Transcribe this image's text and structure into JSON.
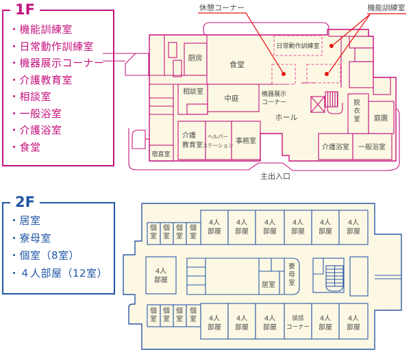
{
  "ui": {
    "bullet": "・"
  },
  "colors": {
    "magenta": "#c4117d",
    "pink_dash": "#e8569f",
    "red_dot": "#e60e0e",
    "blue": "#2b57a7",
    "blue_text": "#1e55a5",
    "cream_fill": "#fcf8e3",
    "label_text": "#4a4a4a",
    "courtyard_white": "#ffffff"
  },
  "floor1": {
    "legend_title": "1F",
    "legend_items": [
      "機能訓練室",
      "日常動作訓練室",
      "機器展示コーナー",
      "介護教育室",
      "相談室",
      "一般浴室",
      "介護浴室",
      "食堂"
    ],
    "callout_rest": "休憩コーナー",
    "callout_training": "機能訓練室",
    "rooms": {
      "kitchen": "厨房",
      "dining": "食堂",
      "daily_training": "日常動作訓練室",
      "consult": "相談室",
      "courtyard": "中庭",
      "equipment1": "機器展示",
      "equipment2": "コーナー",
      "hall": "ホール",
      "care_edu1": "介護",
      "care_edu2": "教育室",
      "helper1": "ヘルパー",
      "helper2": "ステーション",
      "office": "事務室",
      "night_duty": "宿直室",
      "undress_chars": [
        "脱",
        "衣",
        "室"
      ],
      "garden": "庭園",
      "care_bath": "介護浴室",
      "general_bath": "一般浴室"
    },
    "entrance": "主出入口"
  },
  "floor2": {
    "legend_title": "2F",
    "legend_items": [
      "居室",
      "寮母室",
      "個室（8室）",
      "４人部屋（12室）"
    ],
    "rooms": {
      "single_chars": [
        "個",
        "室"
      ],
      "quad1": "4人",
      "quad2": "部屋",
      "living": "居室",
      "matron_chars": [
        "寮",
        "母",
        "室"
      ],
      "talk1": "談話",
      "talk2": "コーナー"
    }
  }
}
